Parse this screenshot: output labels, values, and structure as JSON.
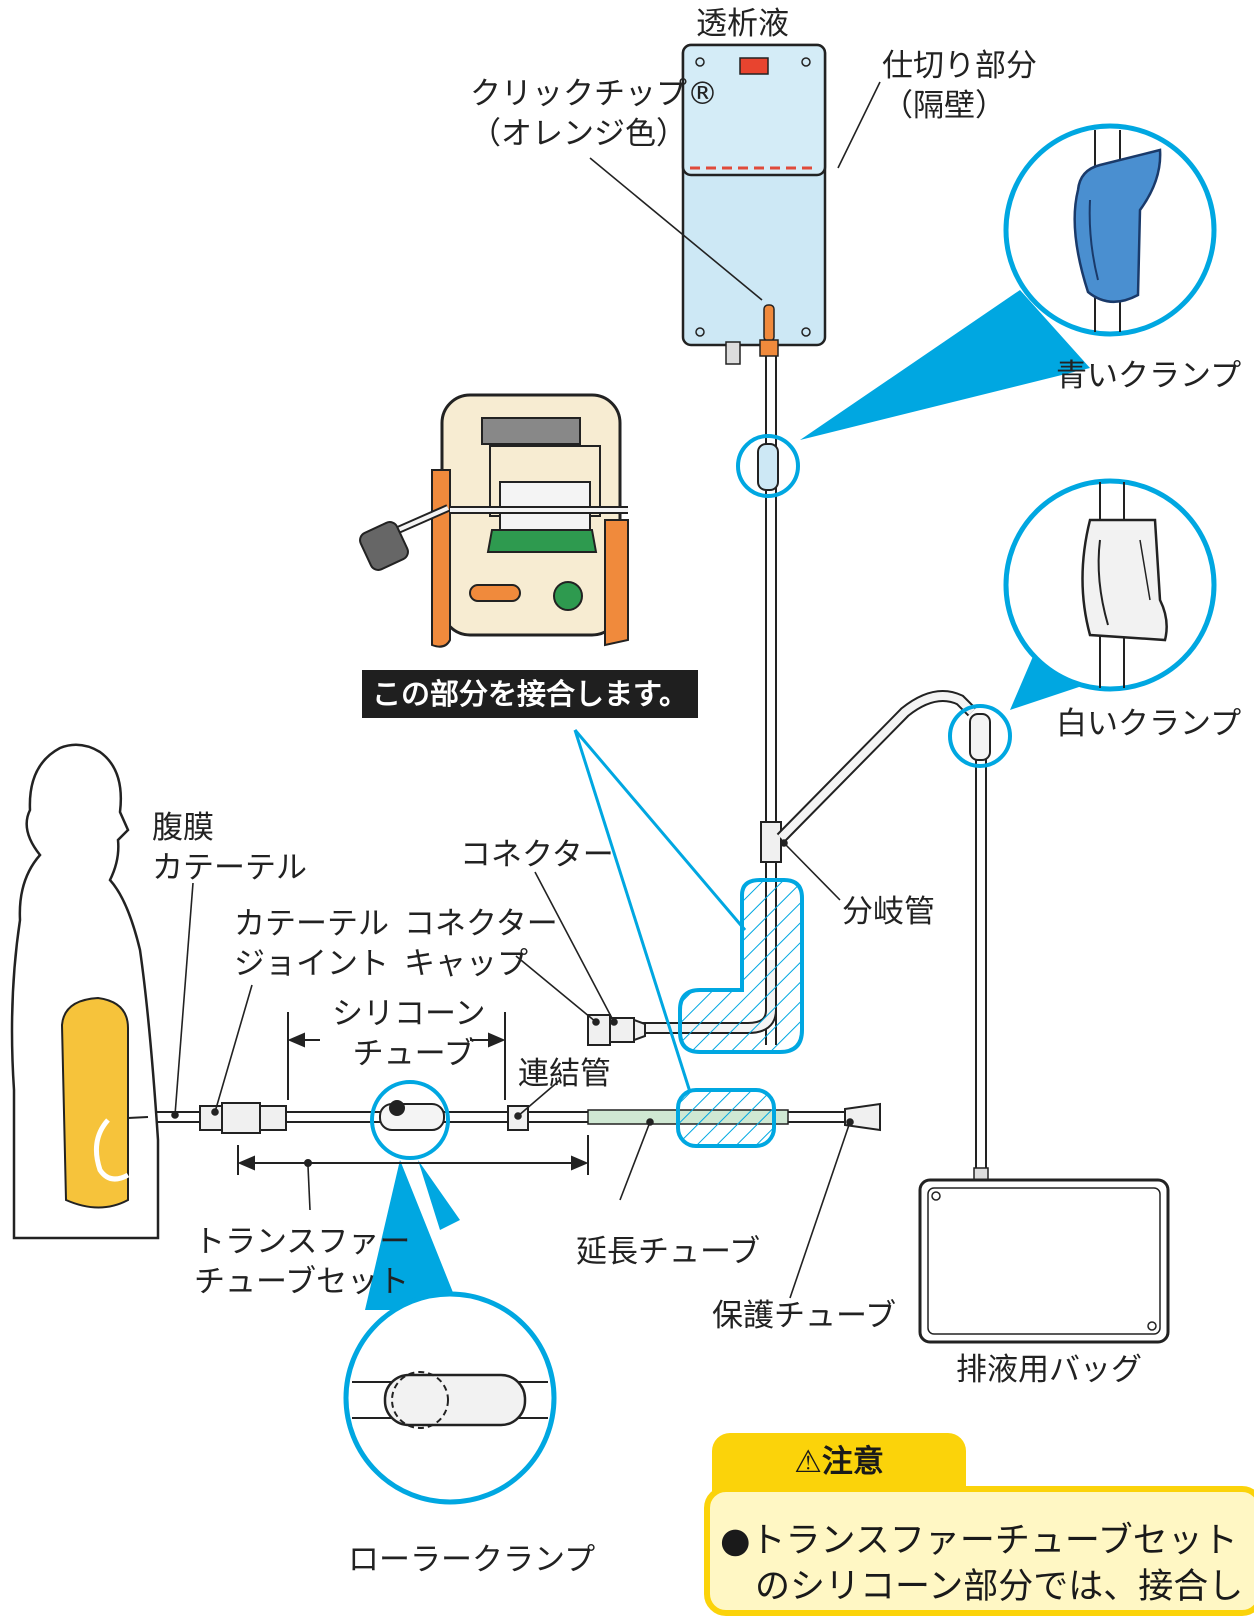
{
  "labels": {
    "dialysate": "透析液",
    "click_chip_1": "クリックチップ®",
    "click_chip_2": "（オレンジ色）",
    "partition_1": "仕切り部分",
    "partition_2": "（隔壁）",
    "blue_clamp": "青いクランプ",
    "white_clamp": "白いクランプ",
    "peritoneal_catheter_1": "腹膜",
    "peritoneal_catheter_2": "カテーテル",
    "connector": "コネクター",
    "catheter_joint_1": "カテーテル",
    "catheter_joint_2": "ジョイント",
    "connector_cap_1": "コネクター",
    "connector_cap_2": "キャップ",
    "branch_tube": "分岐管",
    "silicone_tube_1": "シリコーン",
    "silicone_tube_2": "チューブ",
    "link_tube": "連結管",
    "transfer_set_1": "トランスファー",
    "transfer_set_2": "チューブセット",
    "extension_tube": "延長チューブ",
    "protective_tube": "保護チューブ",
    "drain_bag": "排液用バッグ",
    "roller_clamp": "ローラークランプ"
  },
  "callout": "この部分を接合します。",
  "caution": {
    "title": "注意",
    "icon": "warning-triangle-icon",
    "line1": "●トランスファーチューブセット",
    "line2": "　のシリコーン部分では、接合し"
  },
  "colors": {
    "accent_cyan": "#00a7e1",
    "bag_blue": "#cde8f5",
    "clip_orange": "#f08a3c",
    "caution_yellow": "#fbd30a",
    "fluid_yellow": "#f6c33b",
    "device_green": "#2e9a4f"
  }
}
